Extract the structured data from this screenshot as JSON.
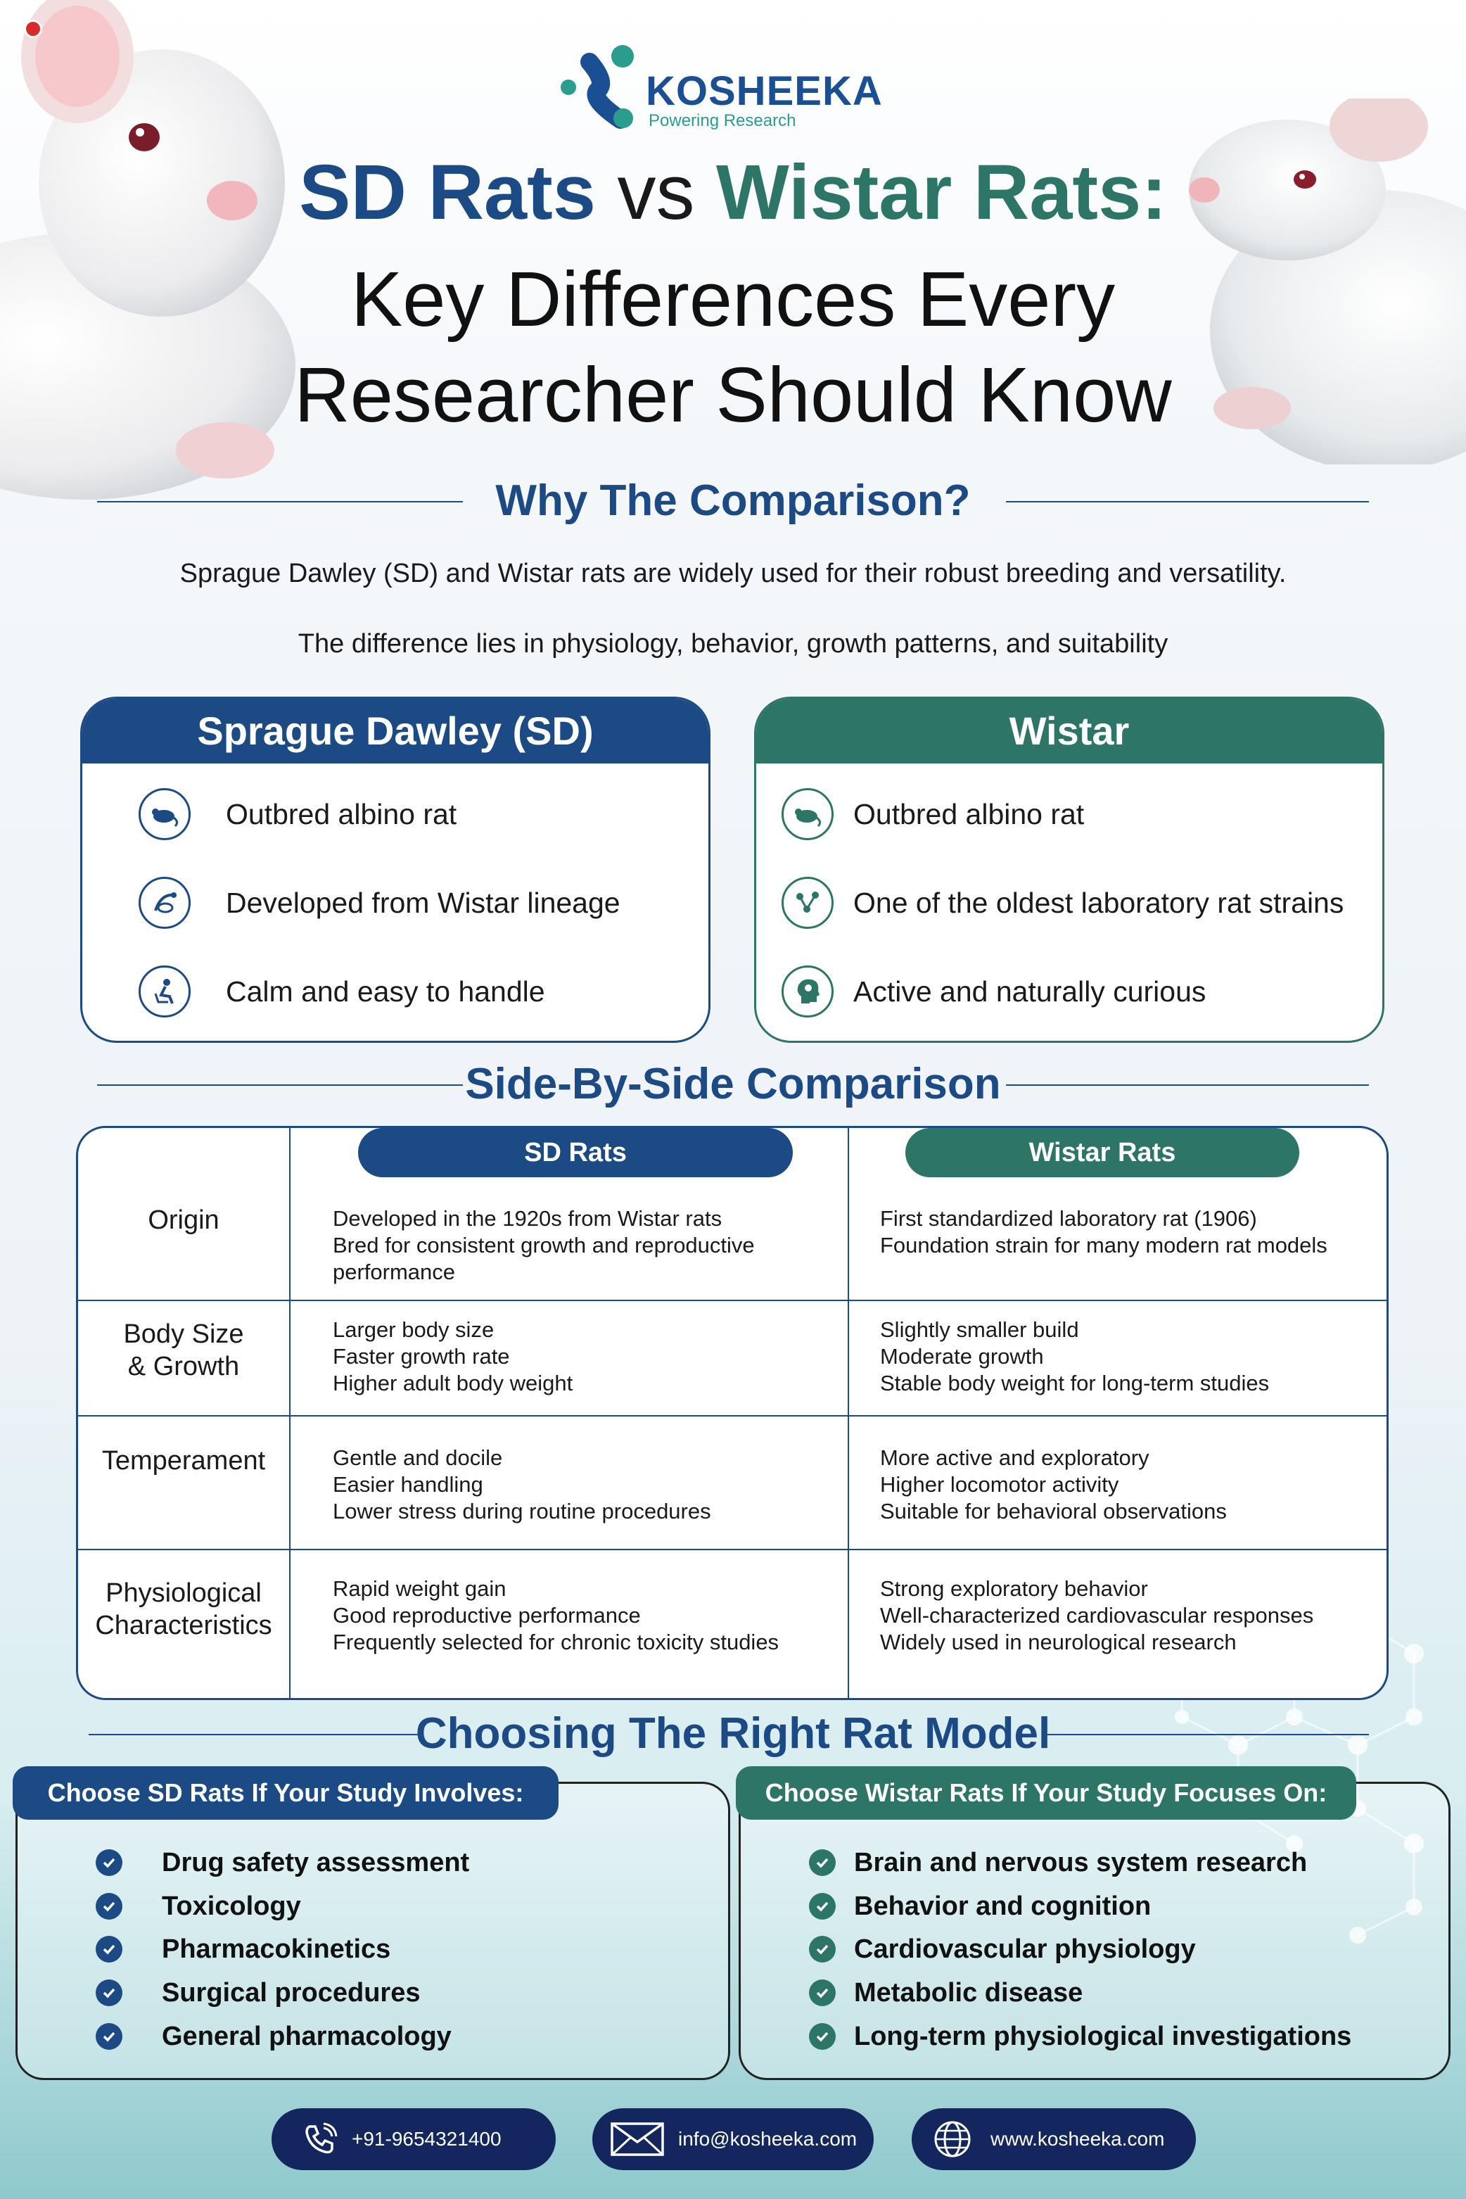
{
  "brand": {
    "name": "KOSHEEKA",
    "tagline": "Powering Research",
    "colors": {
      "navy": "#1b4a85",
      "teal": "#2d7566",
      "footer": "#13265e"
    }
  },
  "title": {
    "sd": "SD Rats",
    "vs": "vs",
    "wistar": "Wistar Rats:",
    "line2": "Key Differences Every",
    "line3": "Researcher Should Know"
  },
  "why": {
    "heading": "Why The Comparison?",
    "p1": "Sprague Dawley (SD) and Wistar rats are widely used for their robust breeding and versatility.",
    "p2": "The difference lies in physiology, behavior, growth patterns, and suitability"
  },
  "cards": {
    "sd": {
      "heading": "Sprague Dawley (SD)",
      "items": [
        {
          "text": "Outbred albino rat",
          "icon": "rat-icon"
        },
        {
          "text": "Developed from Wistar lineage",
          "icon": "lineage-icon"
        },
        {
          "text": "Calm and easy to handle",
          "icon": "calm-person-icon"
        }
      ]
    },
    "wistar": {
      "heading": "Wistar",
      "items": [
        {
          "text": "Outbred albino rat",
          "icon": "rat-icon"
        },
        {
          "text": "One of the oldest laboratory rat strains",
          "icon": "molecule-icon"
        },
        {
          "text": "Active and naturally curious",
          "icon": "brain-head-icon"
        }
      ]
    }
  },
  "comparison": {
    "heading": "Side-By-Side Comparison",
    "col_sd": "SD Rats",
    "col_wistar": "Wistar Rats",
    "rows": [
      {
        "label": [
          "Origin"
        ],
        "sd": [
          "Developed in the 1920s from Wistar rats",
          "Bred for consistent growth and reproductive",
          "performance"
        ],
        "wistar": [
          "First standardized laboratory rat (1906)",
          "Foundation strain for many modern rat models"
        ]
      },
      {
        "label": [
          "Body Size",
          "& Growth"
        ],
        "sd": [
          "Larger body size",
          "Faster growth rate",
          "Higher adult body weight"
        ],
        "wistar": [
          "Slightly smaller build",
          "Moderate growth",
          "Stable body weight for long-term studies"
        ]
      },
      {
        "label": [
          "Temperament"
        ],
        "sd": [
          "Gentle and docile",
          "Easier handling",
          "Lower stress during routine procedures"
        ],
        "wistar": [
          "More active and exploratory",
          "Higher locomotor activity",
          "Suitable for behavioral observations"
        ]
      },
      {
        "label": [
          "Physiological",
          "Characteristics"
        ],
        "sd": [
          "Rapid weight gain",
          "Good reproductive performance",
          "Frequently selected for chronic toxicity studies"
        ],
        "wistar": [
          "Strong exploratory behavior",
          "Well-characterized cardiovascular responses",
          "Widely used in neurological research"
        ]
      }
    ]
  },
  "choosing": {
    "heading": "Choosing The Right Rat Model",
    "sd": {
      "tab": "Choose SD Rats If Your Study Involves:",
      "items": [
        "Drug safety assessment",
        "Toxicology",
        "Pharmacokinetics",
        "Surgical procedures",
        "General pharmacology"
      ]
    },
    "wistar": {
      "tab": "Choose Wistar Rats If Your Study Focuses On:",
      "items": [
        "Brain and nervous system research",
        "Behavior and cognition",
        "Cardiovascular physiology",
        "Metabolic disease",
        "Long-term physiological investigations"
      ]
    }
  },
  "footer": {
    "phone": "+91-9654321400",
    "email": "info@kosheeka.com",
    "website": "www.kosheeka.com"
  }
}
